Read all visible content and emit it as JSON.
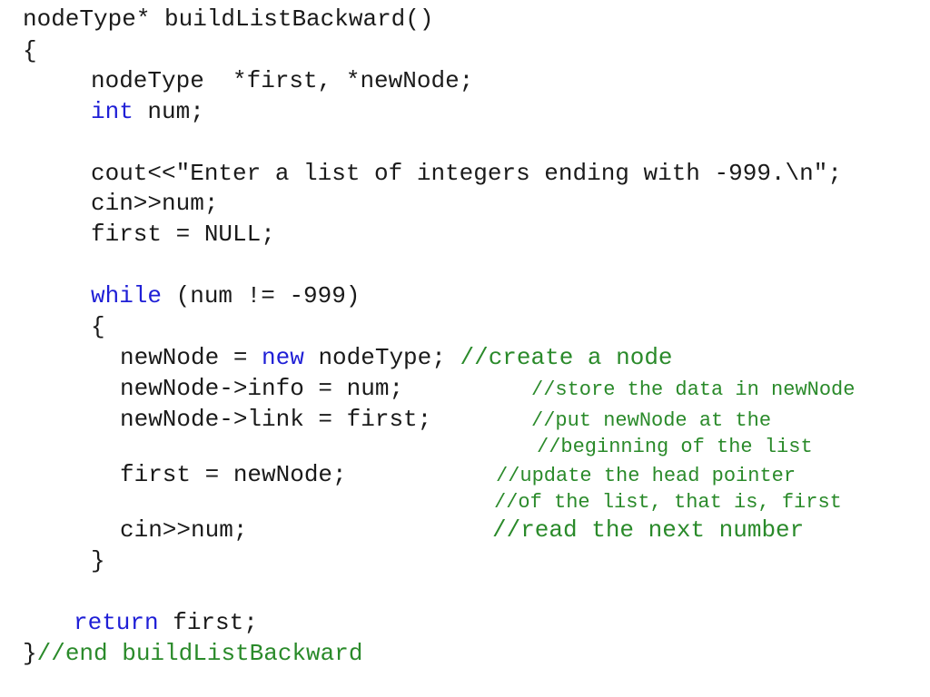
{
  "colors": {
    "keyword": "#1f1fd6",
    "comment": "#2a8a2a",
    "text": "#1a1a1a",
    "background": "#ffffff"
  },
  "lines": [
    {
      "text": "nodeType* buildListBackward()"
    },
    {
      "text": "{"
    },
    {
      "text": "nodeType  *first, *newNode;"
    },
    {
      "kw": "int",
      "text": " num;"
    },
    {
      "text": "cout<<\"Enter a list of integers ending with -999.\\n\";"
    },
    {
      "text": "cin>>num;"
    },
    {
      "text": "first = NULL;"
    },
    {
      "kw": "while",
      "text": " (num != -999)"
    },
    {
      "text": "{"
    },
    {
      "pre": "newNode = ",
      "kw": "new",
      "text": " nodeType; ",
      "comment": "//create a node"
    },
    {
      "text": "newNode->info = num;",
      "comment": "//store the data in newNode"
    },
    {
      "text": "newNode->link = first;",
      "comment": "//put newNode at the"
    },
    {
      "comment": "//beginning of the list"
    },
    {
      "text": "first = newNode;",
      "comment": "//update the head pointer"
    },
    {
      "comment": "//of the list, that is, first"
    },
    {
      "text": "cin>>num;",
      "comment": "//read the next number"
    },
    {
      "text": "}"
    },
    {
      "kw": "return",
      "text": " first;"
    },
    {
      "text": "}",
      "comment": "//end buildListBackward"
    }
  ]
}
